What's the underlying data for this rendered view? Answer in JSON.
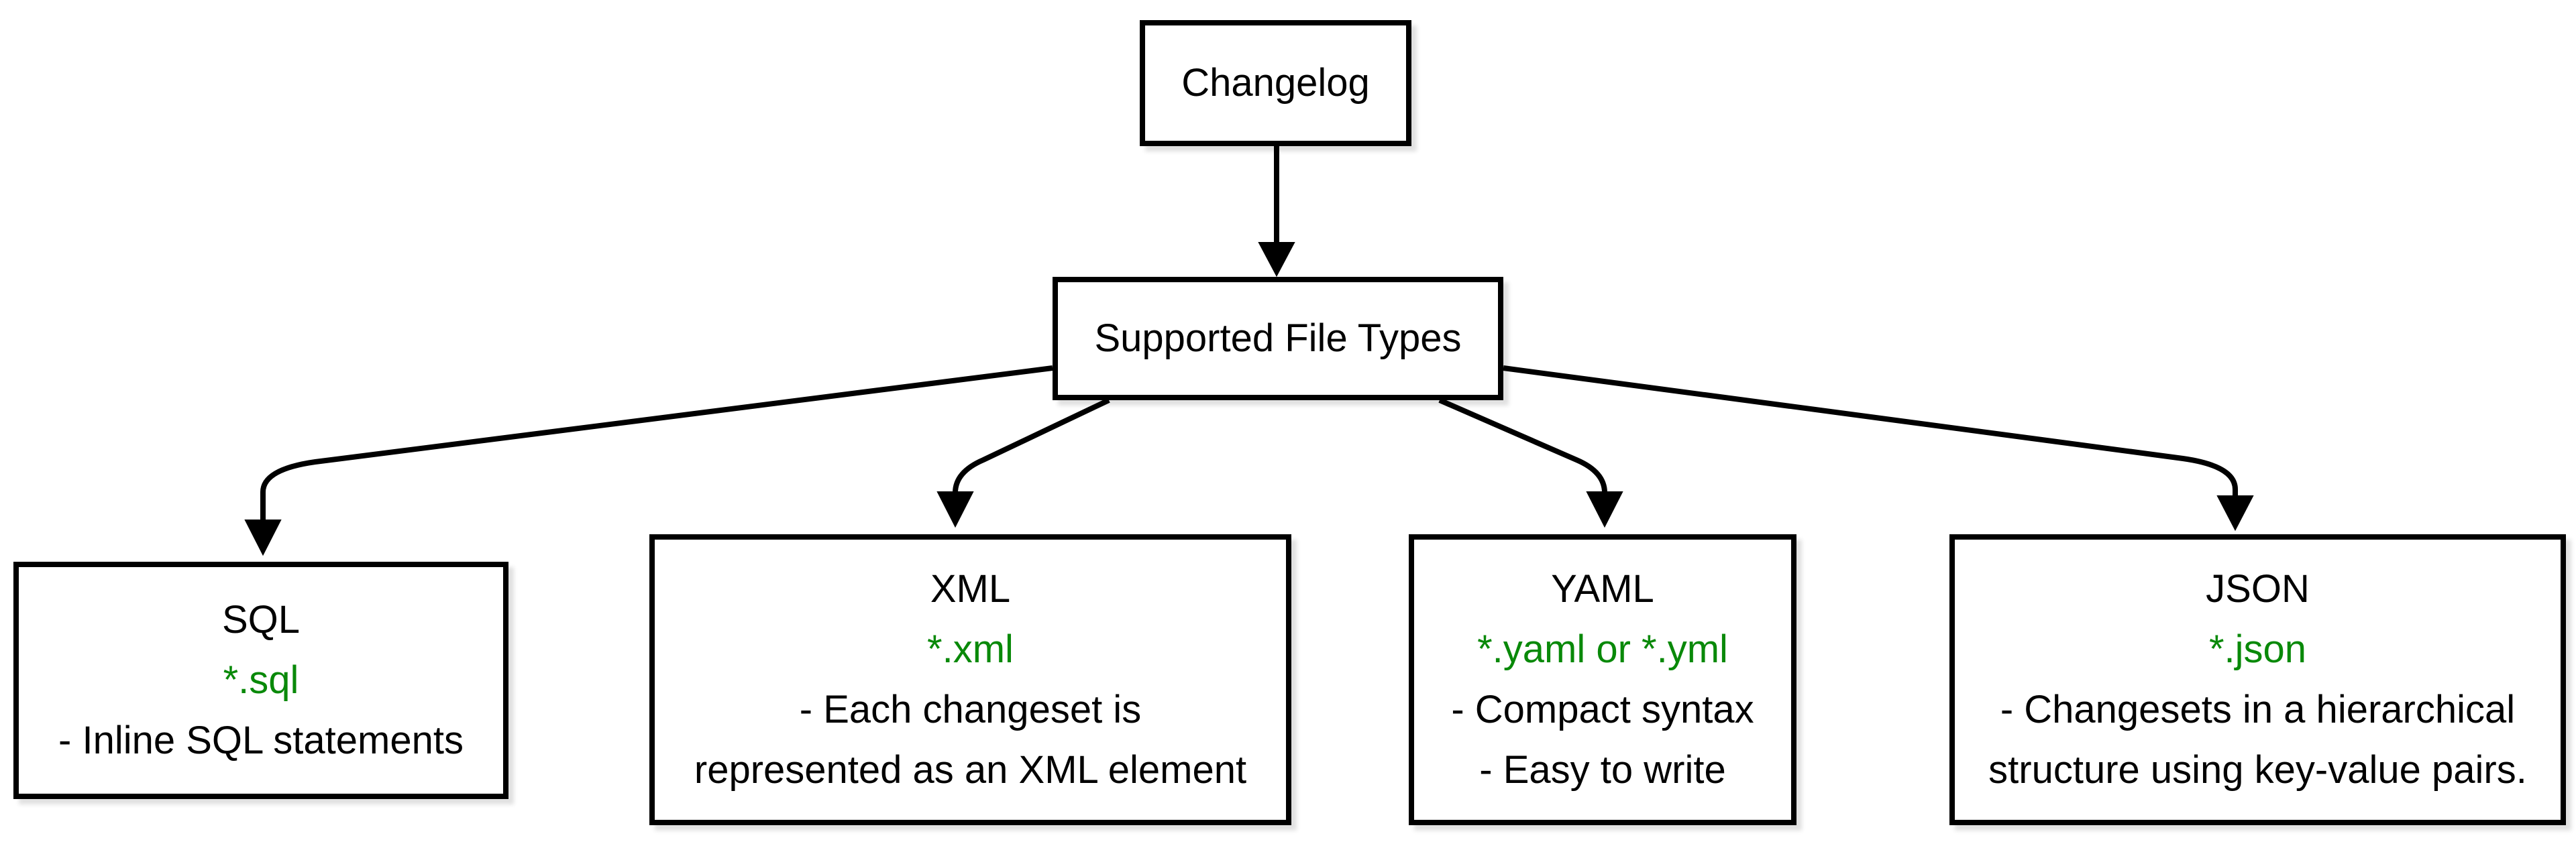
{
  "colors": {
    "background": "#ffffff",
    "line": "#000000",
    "text": "#000000",
    "file_pattern_green": "#098909"
  },
  "nodes": {
    "changelog": {
      "label": "Changelog"
    },
    "supported_file_types": {
      "label": "Supported File Types"
    },
    "sql": {
      "label": "SQL",
      "pattern": "*.sql",
      "notes": [
        "- Inline SQL statements"
      ]
    },
    "xml": {
      "label": "XML",
      "pattern": "*.xml",
      "notes": [
        "- Each changeset is",
        "represented as an XML element"
      ]
    },
    "yaml": {
      "label": "YAML",
      "pattern": "*.yaml or *.yml",
      "notes": [
        "- Compact syntax",
        "- Easy to write"
      ]
    },
    "json": {
      "label": "JSON",
      "pattern": "*.json",
      "notes": [
        "- Changesets in a hierarchical",
        "structure using key-value pairs."
      ]
    }
  },
  "edges": [
    {
      "from": "changelog",
      "to": "supported_file_types"
    },
    {
      "from": "supported_file_types",
      "to": "sql"
    },
    {
      "from": "supported_file_types",
      "to": "xml"
    },
    {
      "from": "supported_file_types",
      "to": "yaml"
    },
    {
      "from": "supported_file_types",
      "to": "json"
    }
  ]
}
